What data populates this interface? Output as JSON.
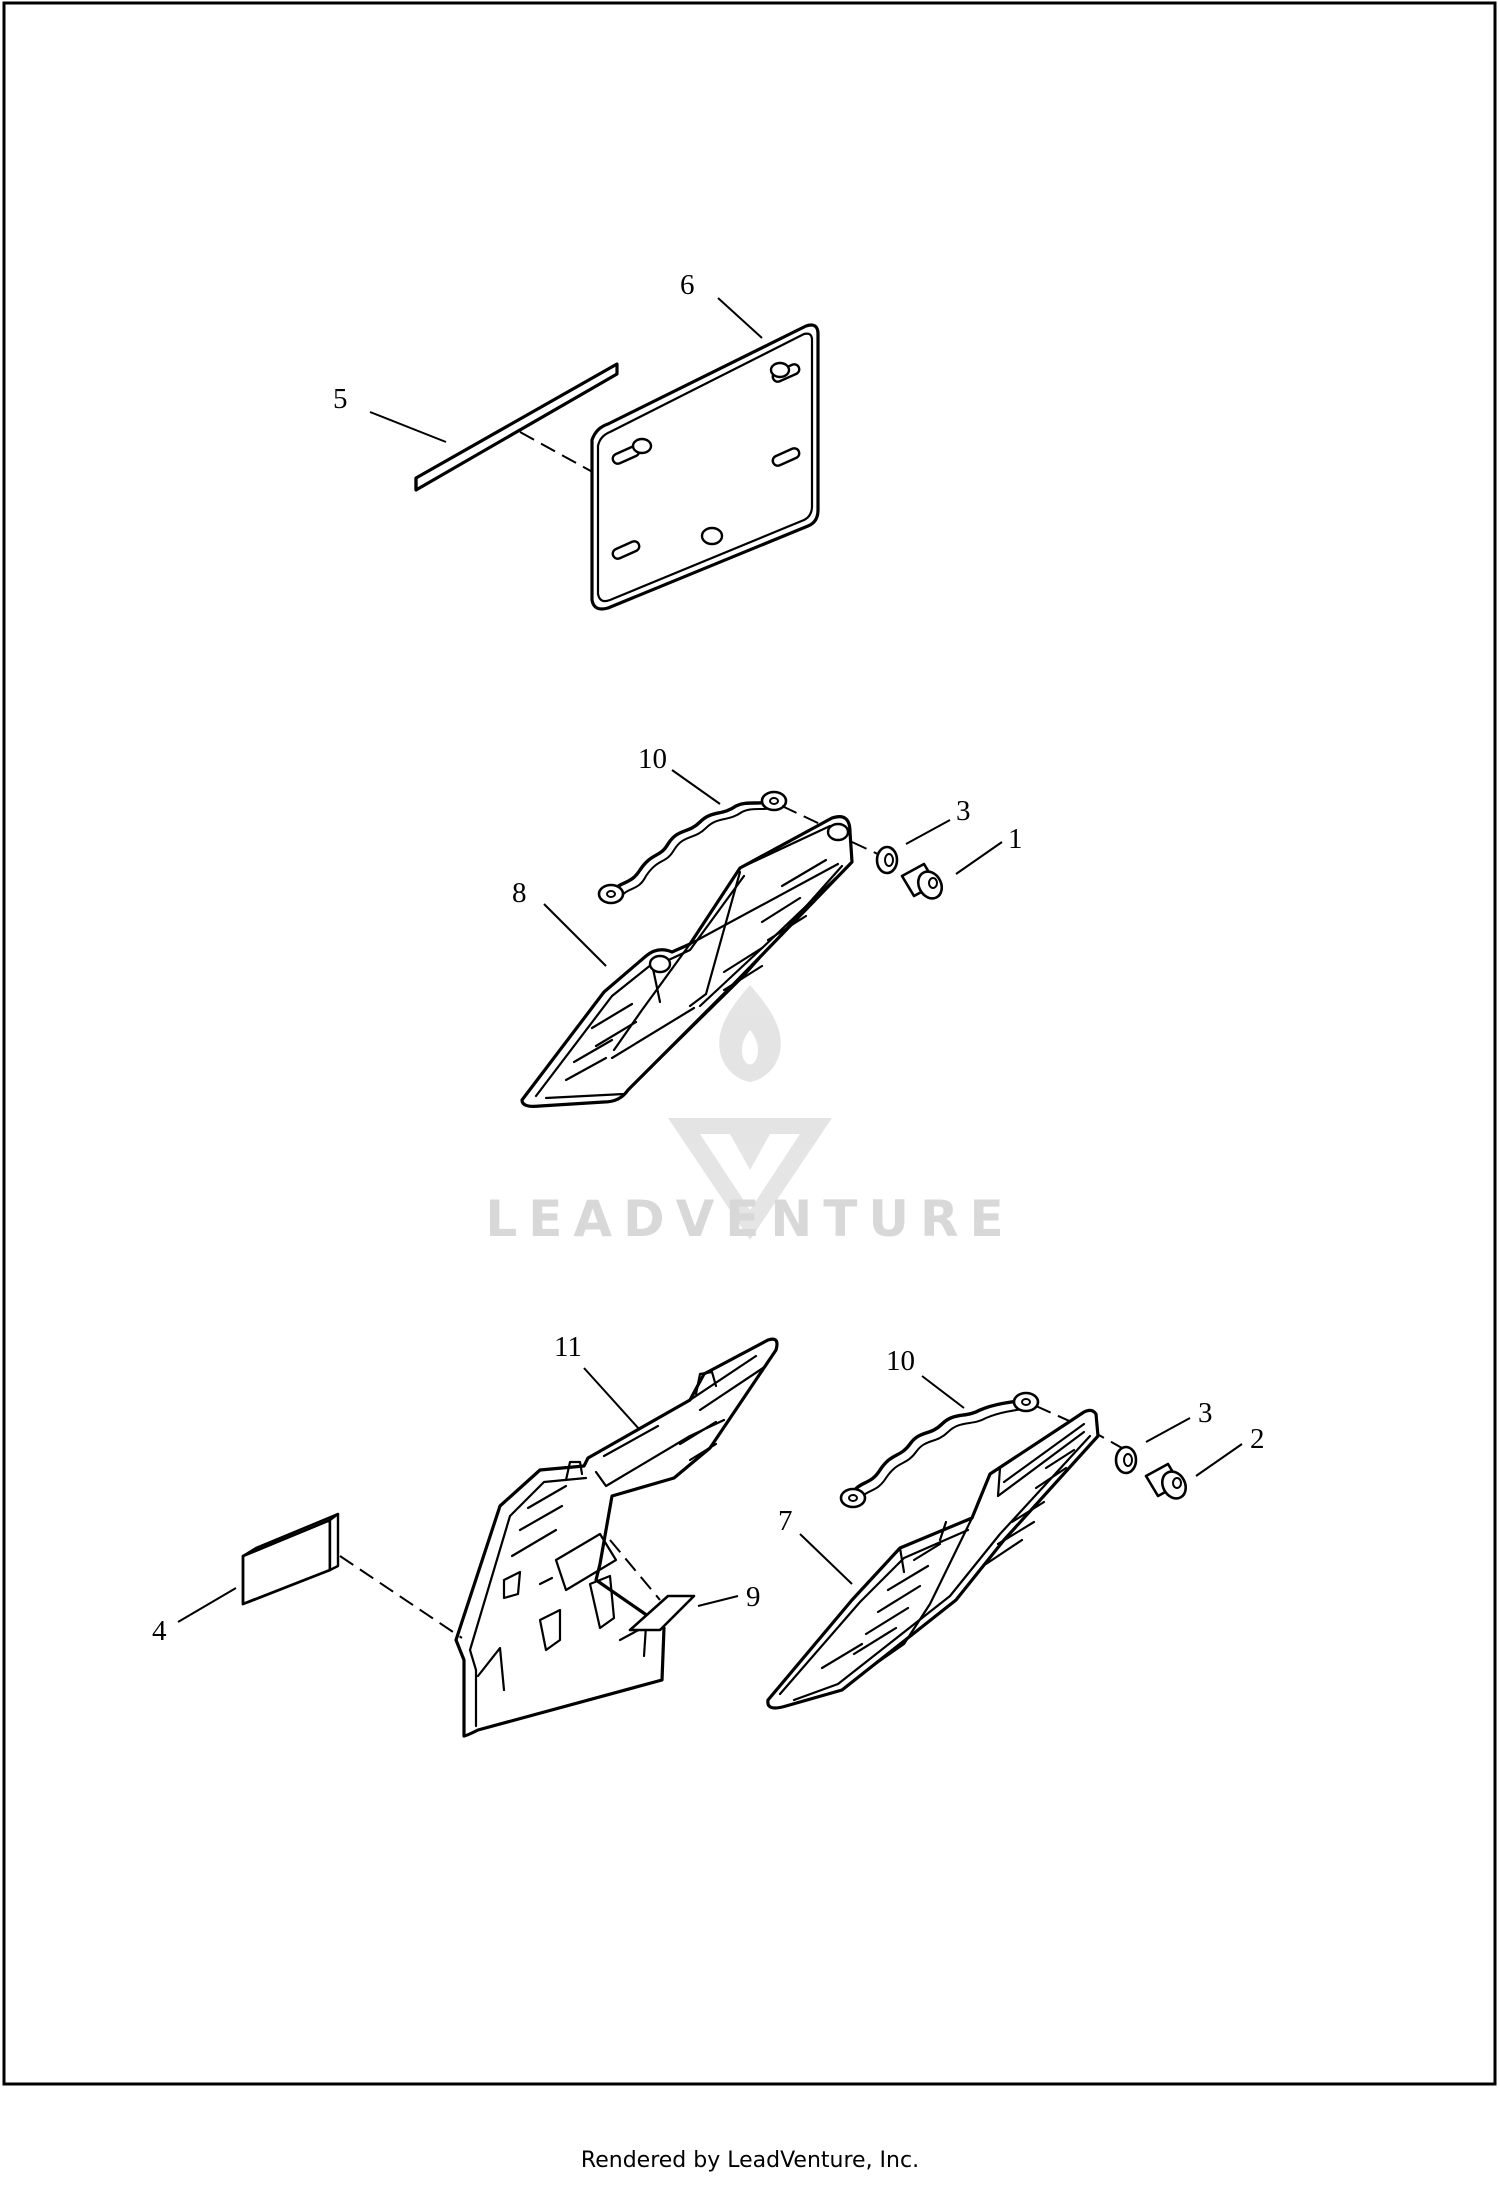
{
  "diagram": {
    "callouts": {
      "c1": "1",
      "c2": "2",
      "c3a": "3",
      "c3b": "3",
      "c4": "4",
      "c5": "5",
      "c6": "6",
      "c7": "7",
      "c8": "8",
      "c9": "9",
      "c10a": "10",
      "c10b": "10",
      "c11": "11"
    },
    "watermark": {
      "text": "LEADVENTURE",
      "color": "#d8d8d8"
    }
  },
  "footer": {
    "text": "Rendered by LeadVenture, Inc."
  }
}
